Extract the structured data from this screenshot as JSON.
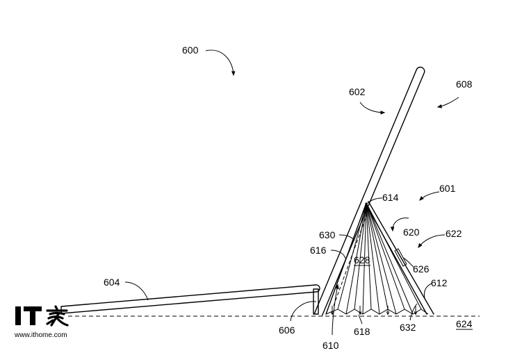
{
  "figure": {
    "labels": [
      "600",
      "602",
      "608",
      "601",
      "614",
      "620",
      "622",
      "630",
      "616",
      "628",
      "626",
      "612",
      "604",
      "606",
      "610",
      "618",
      "632",
      "624"
    ]
  },
  "watermark": {
    "logo_text": "IT之家",
    "url": "www.ithome.com"
  },
  "colors": {
    "line": "#000000",
    "background": "#ffffff"
  }
}
